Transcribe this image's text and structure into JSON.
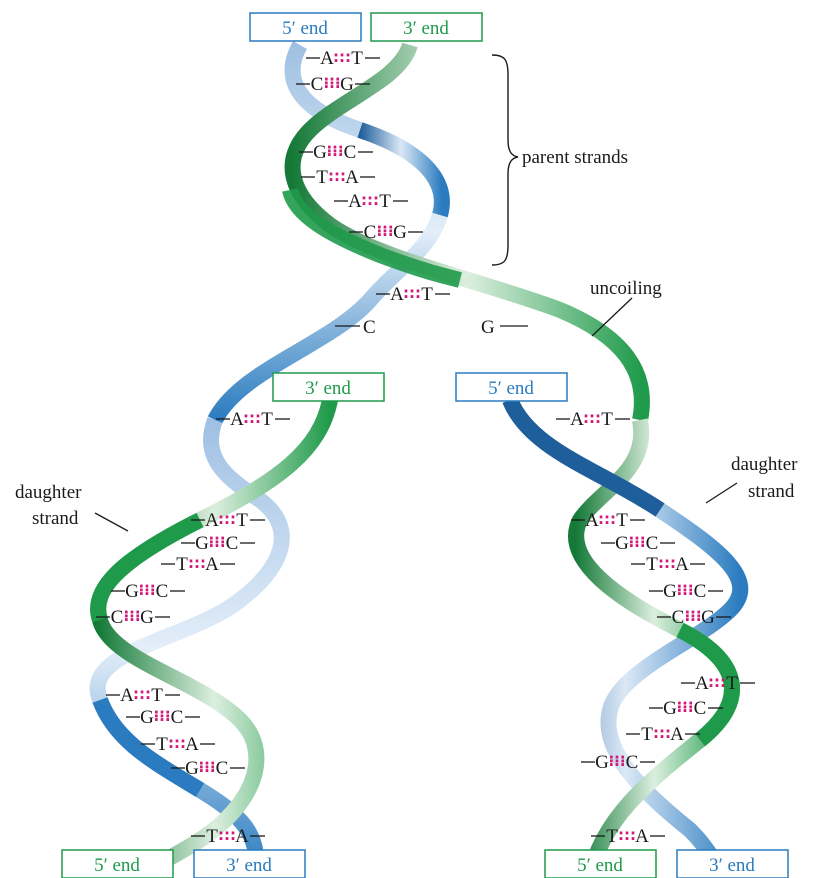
{
  "labels": {
    "parent_strands": "parent strands",
    "uncoiling": "uncoiling",
    "daughter_strand_left_1": "daughter",
    "daughter_strand_left_2": "strand",
    "daughter_strand_right_1": "daughter",
    "daughter_strand_right_2": "strand"
  },
  "ends": {
    "top_left": "5′ end",
    "top_right": "3′ end",
    "mid_left": "3′ end",
    "mid_right": "5′ end",
    "bottom_left_a": "5′ end",
    "bottom_left_b": "3′ end",
    "bottom_right_a": "5′ end",
    "bottom_right_b": "3′ end"
  },
  "colors": {
    "blue": "#2a7bbf",
    "green": "#1f9a4a",
    "blue_dark": "#1e5e9a",
    "green_dark": "#157a38",
    "bond_dots": "#d0187a",
    "box_blue": "#2a7bbf",
    "box_green": "#1f9a4a"
  },
  "base_pairs": {
    "parent": [
      {
        "left": "A",
        "bond": ":::",
        "right": "T"
      },
      {
        "left": "C",
        "bond": "⁝⁝⁝",
        "right": "G"
      },
      {
        "left": "G",
        "bond": "⁝⁝⁝",
        "right": "C"
      },
      {
        "left": "T",
        "bond": ":::",
        "right": "A"
      },
      {
        "left": "A",
        "bond": ":::",
        "right": "T"
      },
      {
        "left": "C",
        "bond": "⁝⁝⁝",
        "right": "G"
      },
      {
        "left": "A",
        "bond": ":::",
        "right": "T"
      }
    ],
    "unpaired_left": "C",
    "unpaired_right": "G",
    "left_daughter": [
      {
        "left": "A",
        "bond": ":::",
        "right": "T"
      },
      {
        "left": "A",
        "bond": ":::",
        "right": "T"
      },
      {
        "left": "G",
        "bond": "⁝⁝⁝",
        "right": "C"
      },
      {
        "left": "T",
        "bond": ":::",
        "right": "A"
      },
      {
        "left": "G",
        "bond": "⁝⁝⁝",
        "right": "C"
      },
      {
        "left": "C",
        "bond": "⁝⁝⁝",
        "right": "G"
      },
      {
        "left": "A",
        "bond": ":::",
        "right": "T"
      },
      {
        "left": "G",
        "bond": "⁝⁝⁝",
        "right": "C"
      },
      {
        "left": "T",
        "bond": ":::",
        "right": "A"
      },
      {
        "left": "G",
        "bond": "⁝⁝⁝",
        "right": "C"
      },
      {
        "left": "T",
        "bond": ":::",
        "right": "A"
      }
    ],
    "right_daughter": [
      {
        "left": "A",
        "bond": ":::",
        "right": "T"
      },
      {
        "left": "A",
        "bond": ":::",
        "right": "T"
      },
      {
        "left": "G",
        "bond": "⁝⁝⁝",
        "right": "C"
      },
      {
        "left": "T",
        "bond": ":::",
        "right": "A"
      },
      {
        "left": "G",
        "bond": "⁝⁝⁝",
        "right": "C"
      },
      {
        "left": "C",
        "bond": "⁝⁝⁝",
        "right": "G"
      },
      {
        "left": "A",
        "bond": ":::",
        "right": "T"
      },
      {
        "left": "G",
        "bond": "⁝⁝⁝",
        "right": "C"
      },
      {
        "left": "T",
        "bond": ":::",
        "right": "A"
      },
      {
        "left": "G",
        "bond": "⁝⁝⁝",
        "right": "C"
      },
      {
        "left": "T",
        "bond": ":::",
        "right": "A"
      }
    ]
  }
}
